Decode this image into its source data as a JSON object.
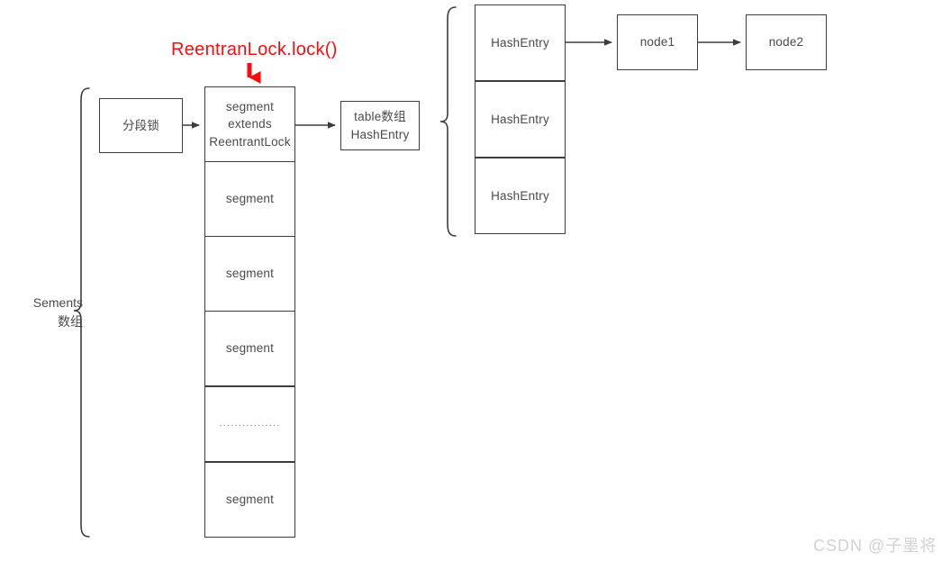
{
  "diagram": {
    "title_annotation": "ReentranLock.lock()",
    "left_bracket_label": "Sements\n数组",
    "watermark": "CSDN @子墨将",
    "accent_color": "#fb0b0b",
    "box_border_color": "#3d3d3d",
    "shaded_fill": "#e6e6e6",
    "lock_box": {
      "label": "分段锁"
    },
    "segment_array": {
      "cells": [
        {
          "lines": [
            "segment",
            "extends",
            "ReentrantLock"
          ],
          "shaded": false
        },
        {
          "lines": [
            "segment"
          ],
          "shaded": false
        },
        {
          "lines": [
            "segment"
          ],
          "shaded": false
        },
        {
          "lines": [
            "segment"
          ],
          "shaded": false
        },
        {
          "lines": [
            "................"
          ],
          "shaded": false,
          "is_ellipsis": true
        },
        {
          "lines": [
            "segment"
          ],
          "shaded": false
        }
      ]
    },
    "table_box": {
      "lines": [
        "table数组",
        "HashEntry"
      ]
    },
    "hashentry_array": {
      "cells": [
        {
          "label": "HashEntry",
          "shaded": true
        },
        {
          "label": "HashEntry",
          "shaded": false
        },
        {
          "label": "HashEntry",
          "shaded": false
        }
      ]
    },
    "linked_nodes": [
      {
        "label": "node1"
      },
      {
        "label": "node2"
      }
    ]
  }
}
